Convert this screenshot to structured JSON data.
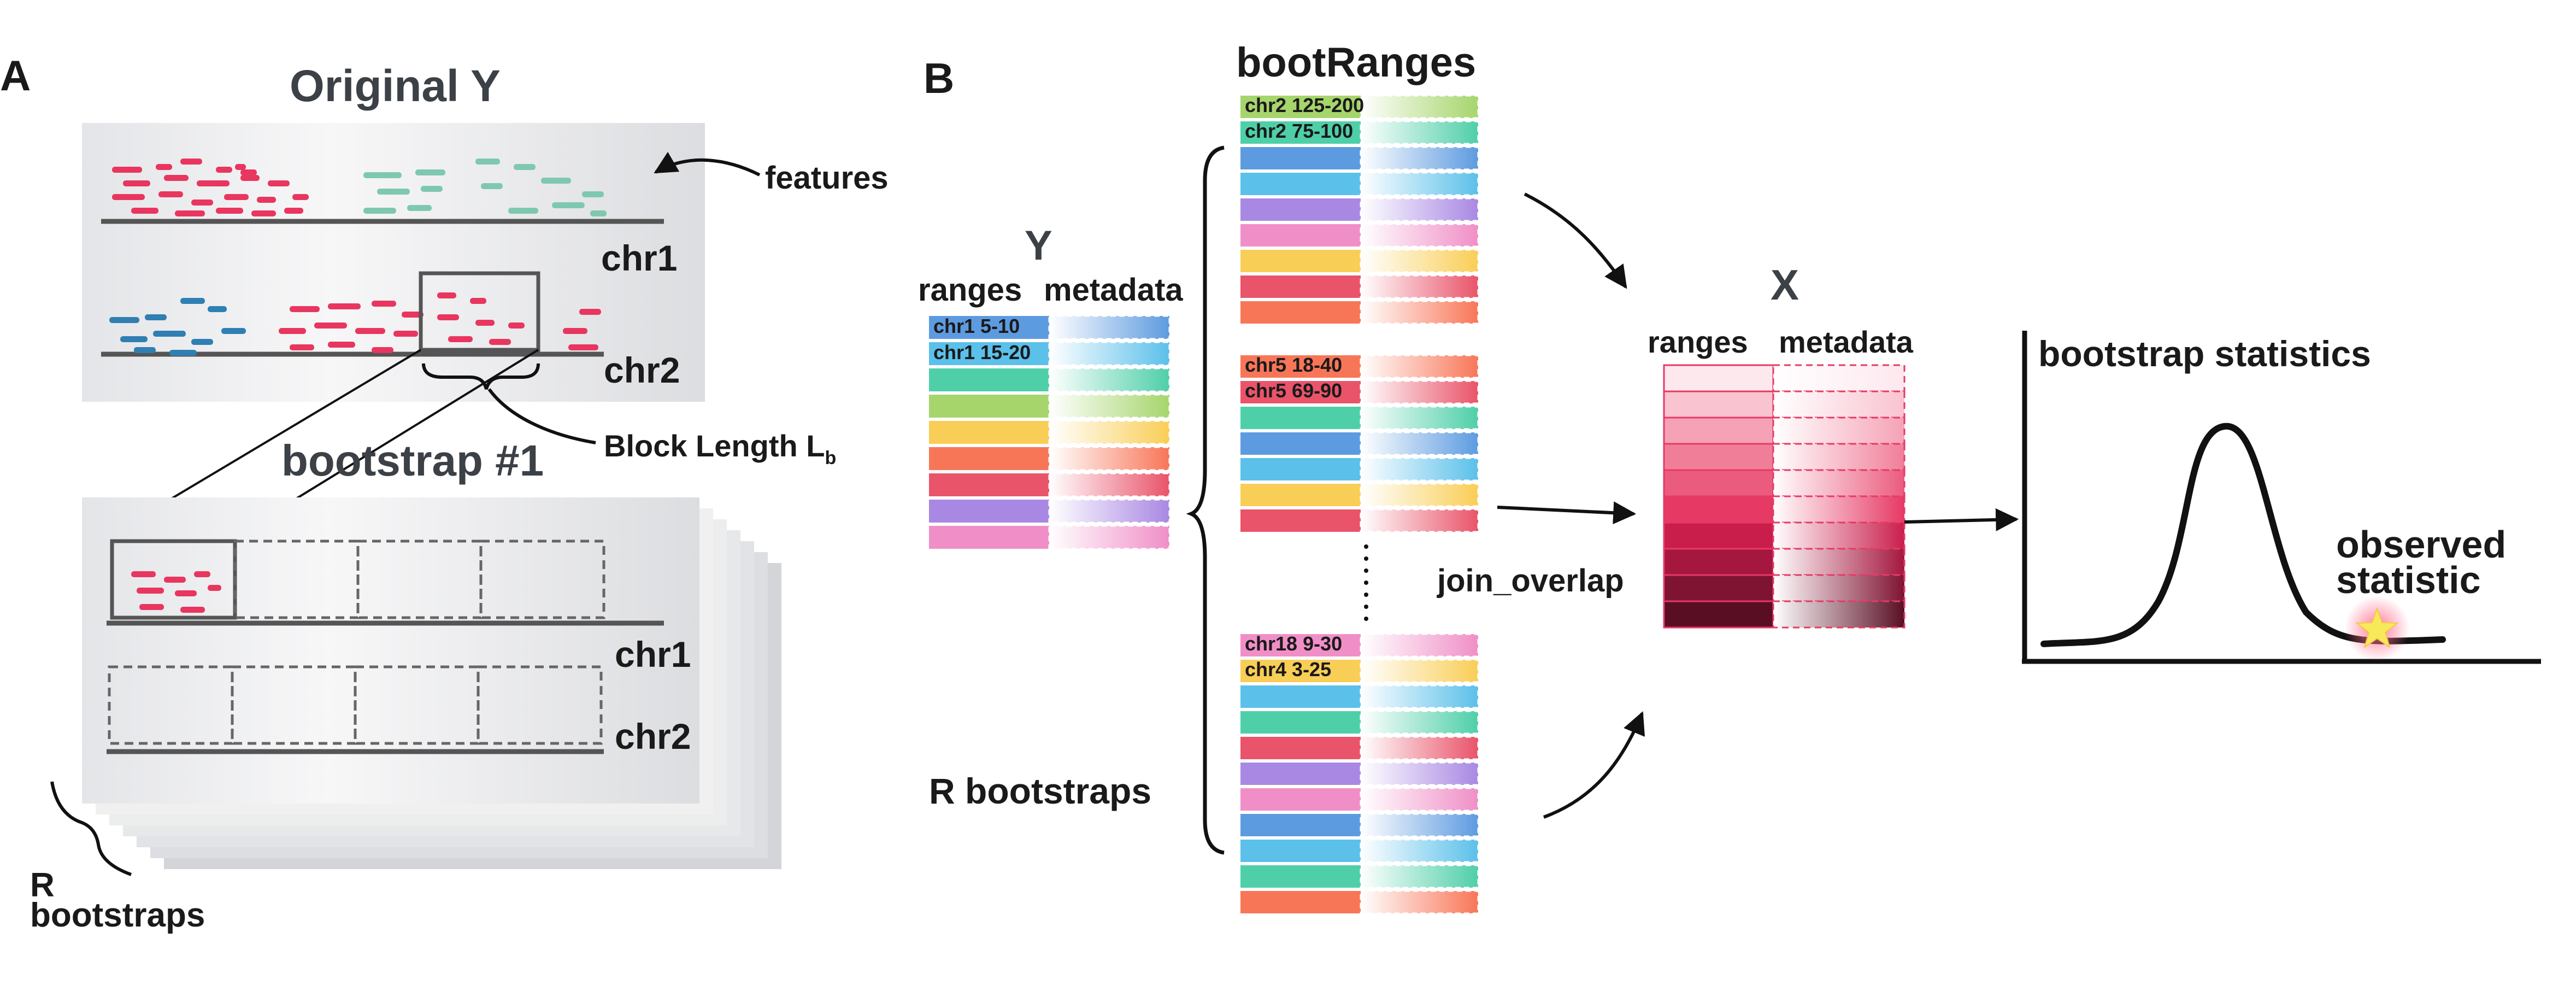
{
  "panel_a": {
    "letter": "A",
    "title": "Original Y",
    "features_label": "features",
    "chr1_label": "chr1",
    "chr2_label": "chr2",
    "block_length_label": "Block Length L",
    "block_length_sub": "b",
    "bootstrap_label": "bootstrap #1",
    "r_bootstraps_label_line1": "R",
    "r_bootstraps_label_line2": "bootstraps"
  },
  "panel_b": {
    "letter": "B",
    "y_title": "Y",
    "y_ranges_header": "ranges",
    "y_metadata_header": "metadata",
    "y_rows": [
      "chr1 5-10",
      "chr1 15-20"
    ],
    "bootranges_title": "bootRanges",
    "boot_group1_rows": [
      "chr2 125-200",
      "chr2 75-100"
    ],
    "boot_group2_rows": [
      "chr5 18-40",
      "chr5 69-90"
    ],
    "boot_group3_rows": [
      "chr18 9-30",
      "chr4 3-25"
    ],
    "r_bootstraps_label": "R bootstraps",
    "join_label": "join_overlap",
    "x_title": "X",
    "x_ranges_header": "ranges",
    "x_metadata_header": "metadata",
    "stats_title": "bootstrap statistics",
    "observed_line1": "observed",
    "observed_line2": "statistic"
  },
  "colors": {
    "pink_feature": "#e8365f",
    "teal_feature": "#7fc8b0",
    "blue_feature": "#2f7fb3",
    "y_rows": [
      "#5d9be0",
      "#5bc0ea",
      "#4fcfa8",
      "#a6d56c",
      "#f9ce57",
      "#f87658",
      "#e9546a",
      "#a988e3",
      "#f08fc7"
    ],
    "boot1_rows": [
      "#a6d56c",
      "#4fcfa8",
      "#5d9be0",
      "#5bc0ea",
      "#a988e3",
      "#f08fc7",
      "#f9ce57",
      "#e9546a",
      "#f87658"
    ],
    "boot2_rows": [
      "#f87658",
      "#e9546a",
      "#4fcfa8",
      "#5d9be0",
      "#5bc0ea",
      "#f9ce57",
      "#e9546a"
    ],
    "boot3_rows": [
      "#f08fc7",
      "#f9ce57",
      "#5bc0ea",
      "#4fcfa8",
      "#e9546a",
      "#a988e3",
      "#f08fc7",
      "#5d9be0",
      "#5bc0ea",
      "#4fcfa8",
      "#f87658"
    ],
    "x_rows": [
      "#fde8ee",
      "#f9c3d0",
      "#f5a2b6",
      "#f07e99",
      "#eb5b7e",
      "#e63a65",
      "#c91e4c",
      "#a5173f",
      "#7f1332",
      "#5a0e24"
    ],
    "star": "#f7ea5a"
  },
  "icons": [
    "curly-brace-icon",
    "arrow-icon",
    "star-icon"
  ]
}
